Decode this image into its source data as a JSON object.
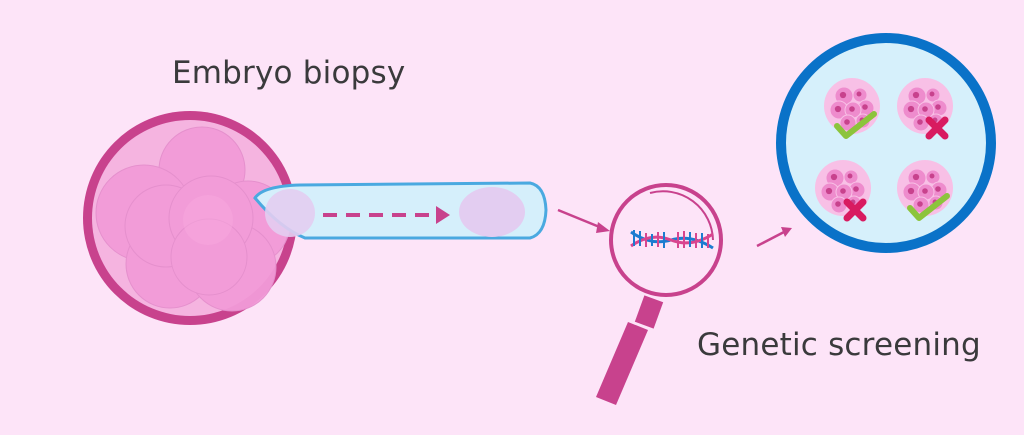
{
  "labels": {
    "step1": "Embryo biopsy",
    "step2": "Genetic screening"
  },
  "colors": {
    "background": "#fde4f8",
    "magenta": "#c8428d",
    "cell_pink": "#f29bd8",
    "zona": "#f5b4e0",
    "pipette_fill": "#d5effb",
    "pipette_stroke": "#4aa9e0",
    "dish_stroke": "#0a72c8",
    "dish_fill": "#d6f0fb",
    "check_green": "#8cc43c",
    "cross_red": "#d81b60",
    "dna_blue": "#1c7cd0",
    "dna_pink": "#d9458f",
    "text": "#3a3a3c"
  },
  "results": [
    {
      "position": "top-left",
      "outcome": "pass"
    },
    {
      "position": "top-right",
      "outcome": "fail"
    },
    {
      "position": "bottom-left",
      "outcome": "fail"
    },
    {
      "position": "bottom-right",
      "outcome": "pass"
    }
  ]
}
